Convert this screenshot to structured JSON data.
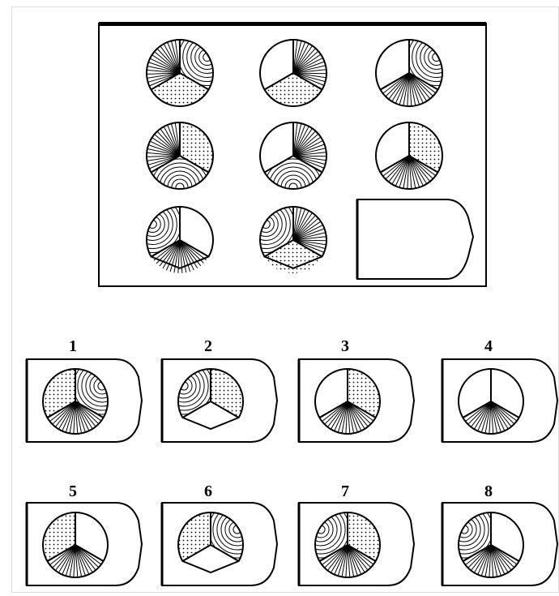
{
  "puzzle": {
    "matrix": [
      [
        "dots",
        "lines",
        "arcs"
      ],
      [
        "lines",
        "arcs",
        "dots"
      ],
      [
        "arcs",
        "dots",
        "lines"
      ]
    ],
    "blanks": [
      [
        "none",
        "none",
        "none"
      ],
      [
        "none",
        "none",
        "none"
      ],
      [
        "none",
        "none",
        "none"
      ]
    ],
    "cells": [
      {
        "fill": [
          "lines",
          "arcs",
          "dots"
        ],
        "missing": null
      },
      {
        "fill": [
          "none",
          "lines",
          "dots"
        ],
        "missing": null
      },
      {
        "fill": [
          "none",
          "arcs",
          "lines"
        ],
        "missing": null
      },
      {
        "fill": [
          "lines",
          "dots",
          "arcs"
        ],
        "missing": null
      },
      {
        "fill": [
          "none",
          "lines",
          "arcs"
        ],
        "missing": null
      },
      {
        "fill": [
          "none",
          "dots",
          "lines"
        ],
        "missing": null
      },
      {
        "fill": [
          "arcs",
          "none",
          "lines"
        ],
        "missing": "bottom"
      },
      {
        "fill": [
          "arcs",
          "lines",
          "dots"
        ],
        "missing": "bottom"
      }
    ]
  },
  "answers": [
    {
      "label": "1",
      "fill": [
        "dots",
        "arcs",
        "lines"
      ],
      "missing": null
    },
    {
      "label": "2",
      "fill": [
        "arcs",
        "dots",
        "none"
      ],
      "missing": "bottom"
    },
    {
      "label": "3",
      "fill": [
        "none",
        "dots",
        "lines"
      ],
      "missing": null
    },
    {
      "label": "4",
      "fill": [
        "none",
        "none",
        "lines"
      ],
      "missing": null
    },
    {
      "label": "5",
      "fill": [
        "dots",
        "none",
        "lines"
      ],
      "missing": null
    },
    {
      "label": "6",
      "fill": [
        "dots",
        "arcs",
        "none"
      ],
      "missing": "bottom"
    },
    {
      "label": "7",
      "fill": [
        "arcs",
        "dots",
        "lines"
      ],
      "missing": null
    },
    {
      "label": "8",
      "fill": [
        "arcs",
        "none",
        "lines"
      ],
      "missing": null
    }
  ]
}
